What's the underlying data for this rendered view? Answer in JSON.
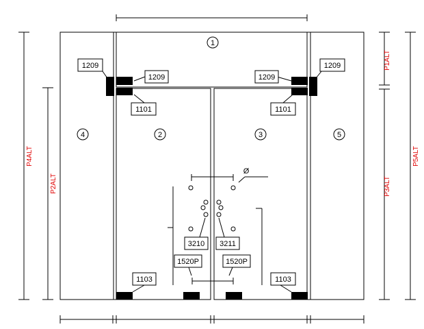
{
  "panels": {
    "p1": "1",
    "p2": "2",
    "p3": "3",
    "p4": "4",
    "p5": "5"
  },
  "tags": {
    "hinge_left_outer": "1209",
    "hinge_left_inner": "1209",
    "hinge_right_inner": "1209",
    "hinge_right_outer": "1209",
    "patch_left": "1101",
    "patch_right": "1101",
    "bottom_left": "1103",
    "bottom_right": "1103",
    "pull_left": "3210",
    "pull_right": "3211",
    "lock_left": "1520P",
    "lock_right": "1520P"
  },
  "dims": {
    "p4alt": "P4ALT",
    "p2alt": "P2ALT",
    "p1alt": "P1ALT",
    "p3alt": "P3ALT",
    "p5alt": "P5ALT",
    "diameter": "Ø"
  },
  "colors": {
    "dim_text": "#e00000",
    "hardware": "#000000",
    "line": "#000000"
  }
}
